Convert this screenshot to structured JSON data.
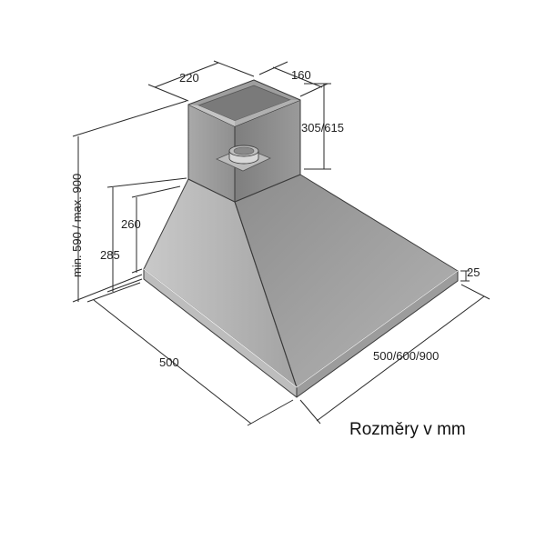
{
  "dimensions": {
    "chimney_width": "220",
    "chimney_depth": "160",
    "chimney_height": "305/615",
    "total_height": "min. 590 / max. 900",
    "canopy_height_inner": "260",
    "canopy_height_outer": "285",
    "front_edge": "25",
    "depth": "500",
    "width_options": "500/600/900"
  },
  "caption": "Rozměry v mm"
}
